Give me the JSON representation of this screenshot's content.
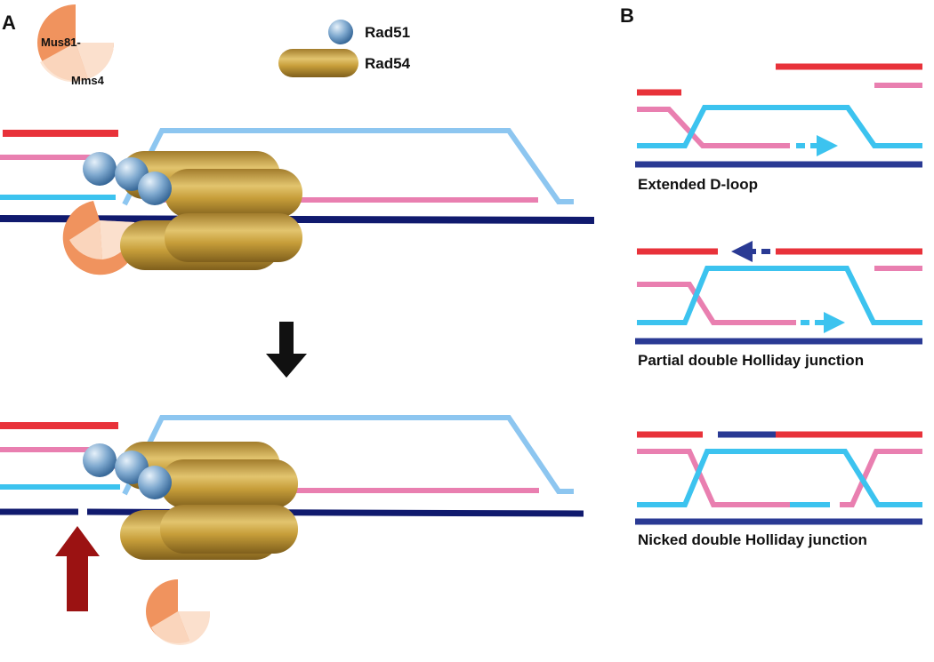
{
  "panels": {
    "a": "A",
    "b": "B"
  },
  "legend": {
    "rad51": "Rad51",
    "rad54": "Rad54"
  },
  "mus81_label_1": "Mus81-",
  "mus81_label_2": "Mms4",
  "captions": {
    "extended": "Extended D-loop",
    "partial": "Partial double Holliday junction",
    "nicked": "Nicked double Holliday junction"
  },
  "colors": {
    "red": "#e8323a",
    "pink": "#e97fb0",
    "cyan": "#3cc3ef",
    "light_blue": "#8dc6f0",
    "navy": "#2a3a94",
    "dark_navy": "#101a6e",
    "gold": "#c79e3a",
    "orange": "#f0935e",
    "dark_red": "#9b1212",
    "black": "#111111"
  },
  "icons": {
    "rad51": "sphere",
    "rad54": "cylinder",
    "mus81": "pie-wedge",
    "transition_arrow": "down-arrow",
    "cleavage_arrow": "up-arrow"
  }
}
